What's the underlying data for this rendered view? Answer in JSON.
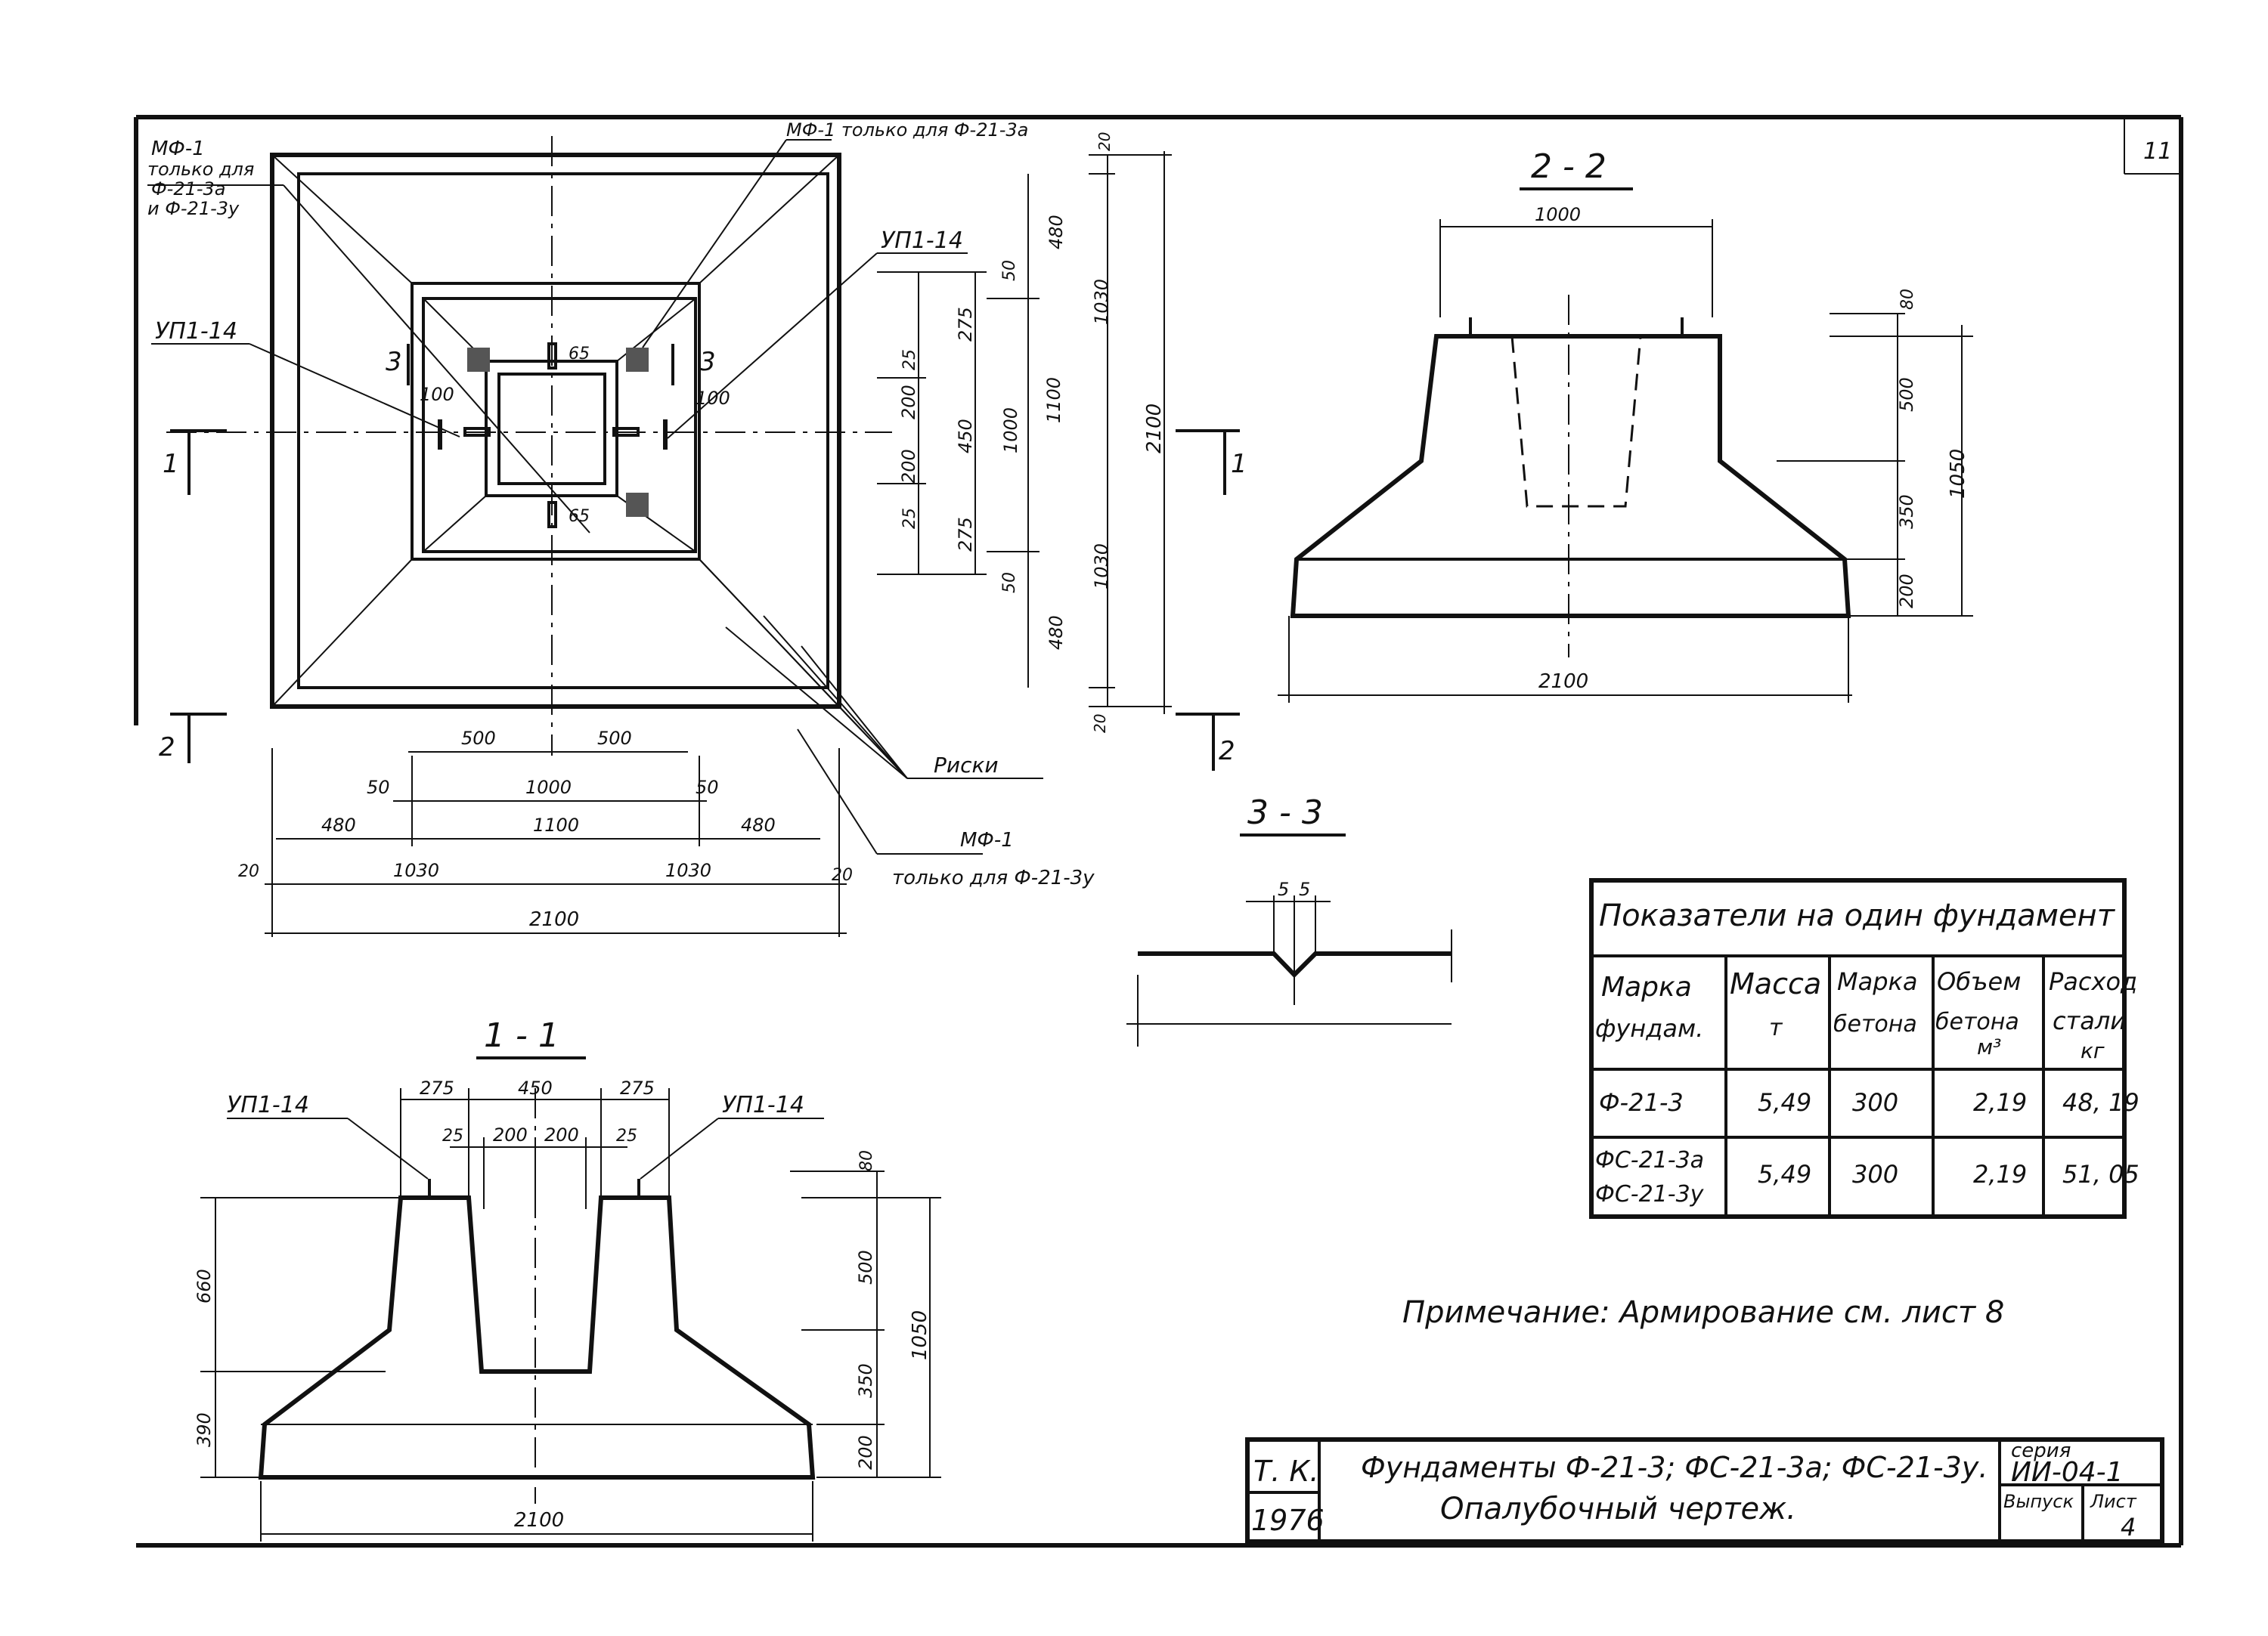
{
  "sheet": {
    "number": "11"
  },
  "plan": {
    "callout_mf1_left": [
      "МФ-1",
      "только для",
      "Ф-21-3а",
      "и Ф-21-3у"
    ],
    "callout_mf1_top": "МФ-1 только для Ф-21-3а",
    "callout_up_right": "УП1-14",
    "callout_up_left": "УП1-14",
    "callout_riski": "Риски",
    "callout_mf1_bottom": [
      "МФ-1",
      "только для Ф-21-3у"
    ],
    "section_marks": {
      "s1_left": "1",
      "s1_right": "1",
      "s2_left": "2",
      "s2_right": "2",
      "s3_left": "3",
      "s3_right": "3"
    },
    "inner_dims": {
      "d65_top": "65",
      "d65_bottom": "65",
      "d100_left": "100",
      "d100_right": "100"
    },
    "bottom_dims": {
      "row1": [
        "500",
        "500"
      ],
      "row2": [
        "50",
        "1000",
        "50"
      ],
      "row3": [
        "480",
        "1100",
        "480"
      ],
      "row4": [
        "20",
        "1030",
        "1030",
        "20"
      ],
      "row5": "2100"
    },
    "right_dims": {
      "chain_a": [
        "50",
        "275",
        "25",
        "200",
        "450",
        "200",
        "25",
        "275",
        "50"
      ],
      "d1000": "1000",
      "chain_b": [
        "480",
        "1100",
        "480"
      ],
      "chain_c": [
        "20",
        "1030",
        "1030",
        "20"
      ],
      "d2100": "2100"
    }
  },
  "section_2_2": {
    "title": "2 - 2",
    "dim_top": "1000",
    "dim_bottom": "2100",
    "right_chain": [
      "80",
      "500",
      "350",
      "200"
    ],
    "d1050": "1050"
  },
  "section_1_1": {
    "title": "1 - 1",
    "callout_left": "УП1-14",
    "callout_right": "УП1-14",
    "top_dims_row1": [
      "275",
      "450",
      "275"
    ],
    "top_dims_row2": [
      "25",
      "200",
      "200",
      "25"
    ],
    "left_dims": [
      "660",
      "390"
    ],
    "right_chain": [
      "80",
      "500",
      "350",
      "200"
    ],
    "d1050": "1050",
    "dim_bottom": "2100"
  },
  "section_3_3": {
    "title": "3 - 3",
    "dims": [
      "5",
      "5"
    ]
  },
  "table": {
    "title": "Показатели на один фундамент",
    "headers": [
      [
        "Марка",
        "фундам."
      ],
      [
        "Масса",
        "т"
      ],
      [
        "Марка",
        "бетона"
      ],
      [
        "Объем",
        "бетона",
        "м³"
      ],
      [
        "Расход",
        "стали",
        "кг"
      ]
    ],
    "rows": [
      {
        "mark": [
          "Ф-21-3"
        ],
        "mass": "5,49",
        "concrete": "300",
        "volume": "2,19",
        "steel": "48, 19"
      },
      {
        "mark": [
          "ФС-21-3а",
          "ФС-21-3у"
        ],
        "mass": "5,49",
        "concrete": "300",
        "volume": "2,19",
        "steel": "51, 05"
      }
    ]
  },
  "note": "Примечание: Армирование см. лист 8",
  "title_block": {
    "org": "Т. К.",
    "year": "1976",
    "title_line1": "Фундаменты Ф-21-3; ФС-21-3а; ФС-21-3у.",
    "title_line2": "Опалубочный чертеж.",
    "series_label": "серия",
    "series_value": "ИИ-04-1",
    "issue_label": "Выпуск",
    "sheet_label": "Лист",
    "sheet_value": "4"
  }
}
